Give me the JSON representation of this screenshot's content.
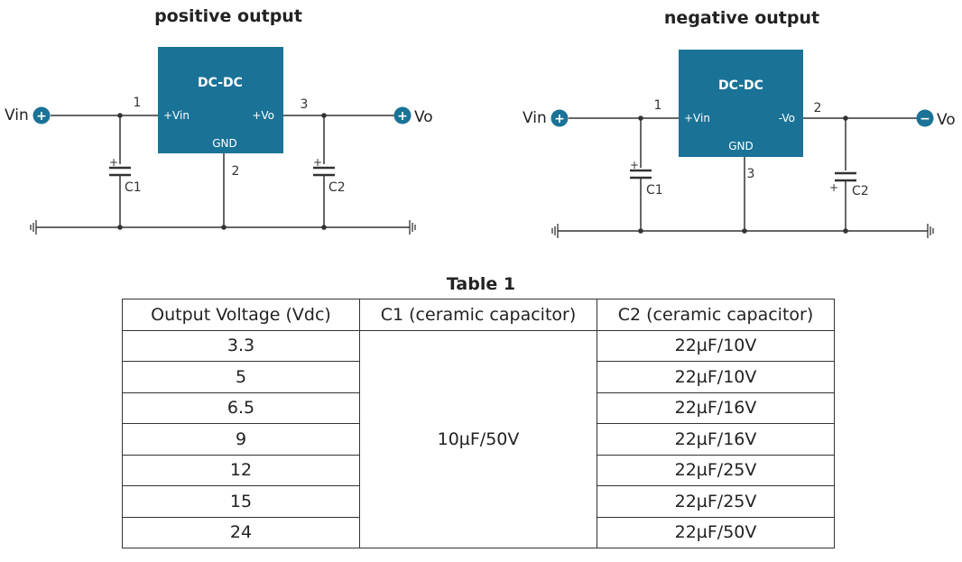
{
  "diagrams": {
    "positive": {
      "title": "positive output",
      "block_top": "DC-DC",
      "pin_in": "+Vin",
      "pin_out": "+Vo",
      "pin_gnd": "GND",
      "num_in": "1",
      "num_out": "3",
      "num_gnd": "2",
      "vin_label": "Vin",
      "vout_label": "Vo",
      "vin_sign": "+",
      "vout_sign": "+",
      "c1_label": "C1",
      "c2_label": "C2",
      "c1_polarity": "+",
      "c2_polarity": "+"
    },
    "negative": {
      "title": "negative output",
      "block_top": "DC-DC",
      "pin_in": "+Vin",
      "pin_out": "-Vo",
      "pin_gnd": "GND",
      "num_in": "1",
      "num_out": "2",
      "num_gnd": "3",
      "vin_label": "Vin",
      "vout_label": "Vo",
      "vin_sign": "+",
      "vout_sign": "−",
      "c1_label": "C1",
      "c2_label": "C2",
      "c1_polarity": "+",
      "c2_polarity": "+"
    }
  },
  "colors": {
    "module": "#1a7397",
    "wire": "#333333",
    "terminal": "#1a7397"
  },
  "table": {
    "caption": "Table 1",
    "headers": [
      "Output Voltage (Vdc)",
      "C1 (ceramic capacitor)",
      "C2 (ceramic capacitor)"
    ],
    "c1_value": "10µF/50V",
    "rows": [
      {
        "voltage": "3.3",
        "c2": "22µF/10V"
      },
      {
        "voltage": "5",
        "c2": "22µF/10V"
      },
      {
        "voltage": "6.5",
        "c2": "22µF/16V"
      },
      {
        "voltage": "9",
        "c2": "22µF/16V"
      },
      {
        "voltage": "12",
        "c2": "22µF/25V"
      },
      {
        "voltage": "15",
        "c2": "22µF/25V"
      },
      {
        "voltage": "24",
        "c2": "22µF/50V"
      }
    ]
  }
}
